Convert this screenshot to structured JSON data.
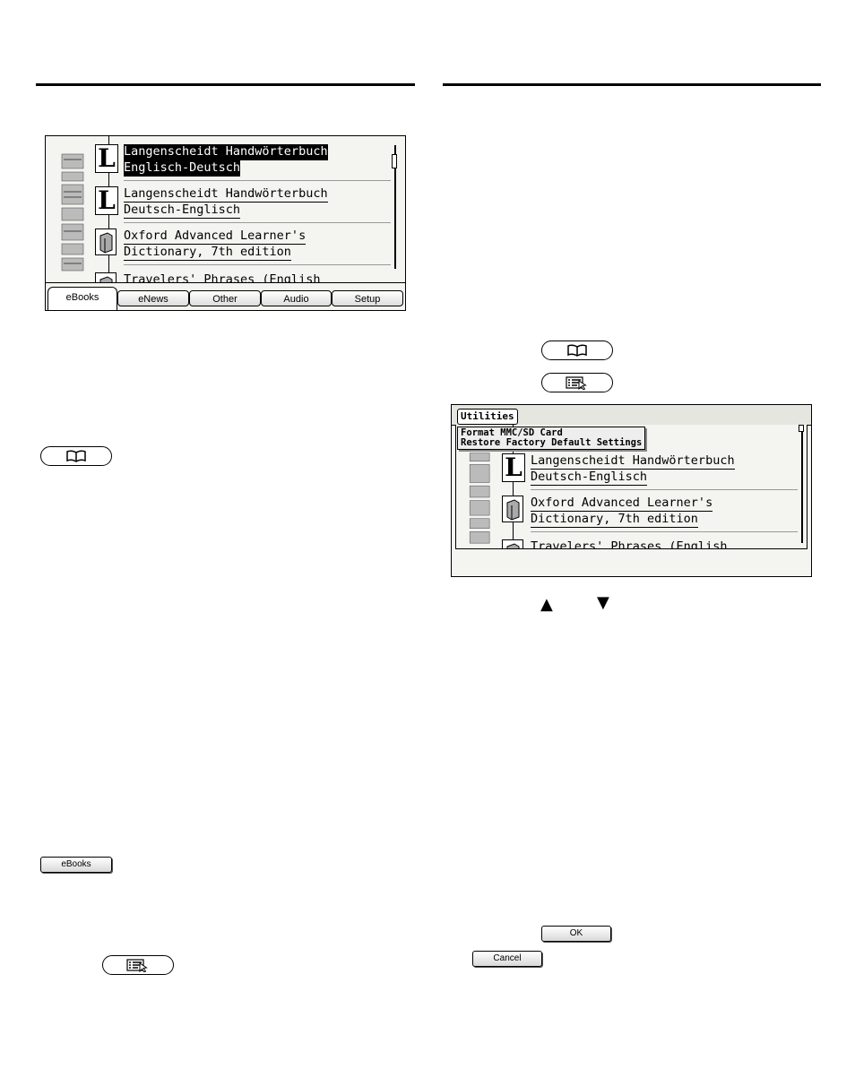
{
  "screen1": {
    "entries": [
      {
        "icon": "L",
        "line1": "Langenscheidt Handwörterbuch",
        "line2": "Englisch-Deutsch",
        "selected": true
      },
      {
        "icon": "L",
        "line1": "Langenscheidt Handwörterbuch",
        "line2": "Deutsch-Englisch",
        "selected": false
      },
      {
        "icon": "book",
        "line1": "Oxford Advanced Learner's",
        "line2": "Dictionary, 7th edition",
        "selected": false
      },
      {
        "icon": "book",
        "line1": "Travelers' Phrases (English",
        "line2": "",
        "selected": false
      }
    ],
    "tabs": [
      "eBooks",
      "eNews",
      "Other",
      "Audio",
      "Setup"
    ],
    "active_tab": "eBooks"
  },
  "screen2": {
    "menu_title": "Utilities",
    "menu_items": [
      "Format MMC/SD Card",
      "Restore Factory Default Settings"
    ],
    "entries": [
      {
        "icon": "L",
        "line1": "Langenscheidt Handwörterbuch",
        "line2": "Deutsch-Englisch"
      },
      {
        "icon": "book",
        "line1": "Oxford Advanced Learner's",
        "line2": "Dictionary, 7th edition"
      },
      {
        "icon": "book",
        "line1": "Travelers' Phrases (English",
        "line2": ""
      }
    ]
  },
  "buttons": {
    "ebooks": "eBooks",
    "ok": "OK",
    "cancel": "Cancel"
  },
  "icons": {
    "book_key": "open-book-icon",
    "menu_key": "menu-pointer-icon",
    "up": "▲",
    "down": "▼"
  }
}
